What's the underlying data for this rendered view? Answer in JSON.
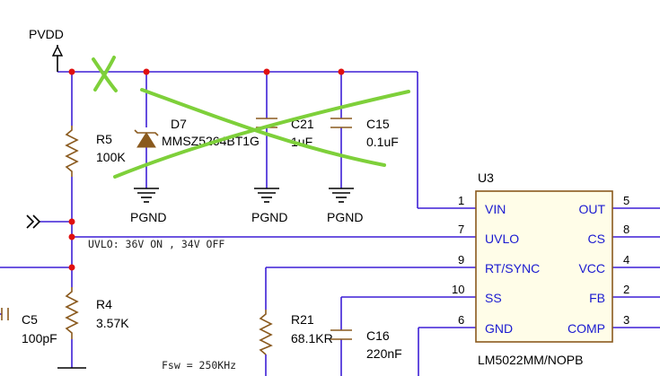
{
  "power": {
    "net": "PVDD",
    "ground": "PGND"
  },
  "diode": {
    "ref": "D7",
    "part": "MMSZ5264BT1G"
  },
  "caps": [
    {
      "ref": "C21",
      "value": "1uF"
    },
    {
      "ref": "C15",
      "value": "0.1uF"
    },
    {
      "ref": "C5",
      "value": "100pF"
    },
    {
      "ref": "C16",
      "value": "220nF"
    }
  ],
  "resistors": [
    {
      "ref": "R5",
      "value": "100K"
    },
    {
      "ref": "R4",
      "value": "3.57K"
    },
    {
      "ref": "R21",
      "value": "68.1KR"
    }
  ],
  "ic": {
    "ref": "U3",
    "part": "LM5022MM/NOPB",
    "left_pins": [
      {
        "num": "1",
        "name": "VIN"
      },
      {
        "num": "7",
        "name": "UVLO"
      },
      {
        "num": "9",
        "name": "RT/SYNC"
      },
      {
        "num": "10",
        "name": "SS"
      },
      {
        "num": "6",
        "name": "GND"
      }
    ],
    "right_pins": [
      {
        "num": "5",
        "name": "OUT"
      },
      {
        "num": "8",
        "name": "CS"
      },
      {
        "num": "4",
        "name": "VCC"
      },
      {
        "num": "2",
        "name": "FB"
      },
      {
        "num": "3",
        "name": "COMP"
      }
    ]
  },
  "notes": {
    "uvlo": "UVLO: 36V ON , 34V OFF",
    "fsw": "Fsw = 250KHz"
  },
  "colors": {
    "wire": "#3d1fd6",
    "component": "#8a5a1e",
    "markup": "#7ed03a",
    "pin_name": "#1a1ad0"
  }
}
